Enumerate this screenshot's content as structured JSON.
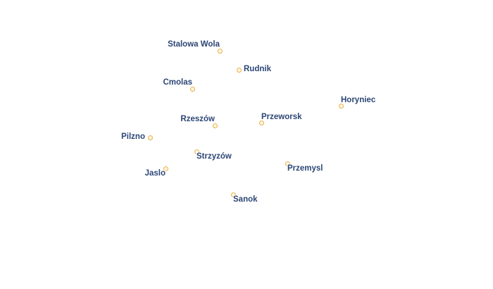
{
  "map": {
    "places": [
      {
        "name": "Stalowa Wola",
        "marker_color": "#e8b04a"
      },
      {
        "name": "Rudnik",
        "marker_color": "#e8b04a"
      },
      {
        "name": "Cmolas",
        "marker_color": "#e8b04a"
      },
      {
        "name": "Horyniec",
        "marker_color": "#e8b04a"
      },
      {
        "name": "Rzeszów",
        "marker_color": "#e8b04a"
      },
      {
        "name": "Przeworsk",
        "marker_color": "#e8b04a"
      },
      {
        "name": "Pilzno",
        "marker_color": "#e8b04a"
      },
      {
        "name": "Strzyzów",
        "marker_color": "#e8b04a"
      },
      {
        "name": "Jaslo",
        "marker_color": "#e8b04a"
      },
      {
        "name": "Przemysl",
        "marker_color": "#e8b04a"
      },
      {
        "name": "Sanok",
        "marker_color": "#e8b04a"
      }
    ],
    "label_color": "#2c4675",
    "halo_color": "#ffffff"
  }
}
